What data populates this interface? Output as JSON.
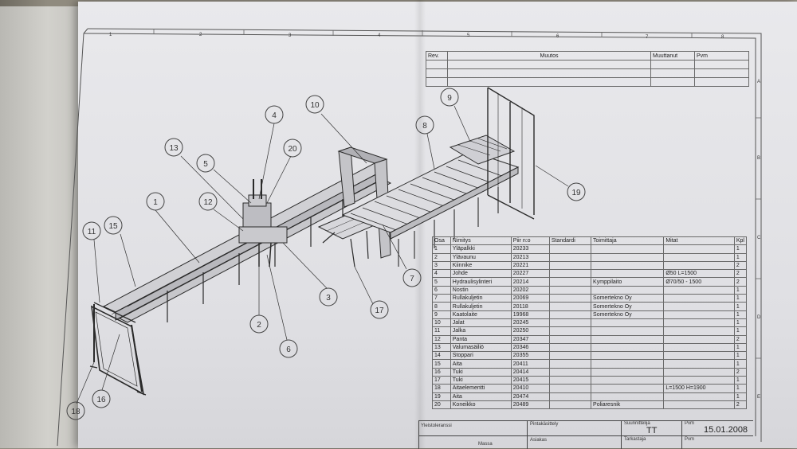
{
  "grid": {
    "top_numbers": [
      "1",
      "2",
      "3",
      "4",
      "5",
      "6",
      "7",
      "8"
    ],
    "right_letters": [
      "A",
      "B",
      "C",
      "D",
      "E"
    ]
  },
  "revision": {
    "headers": {
      "rev": "Rev.",
      "muutos": "Muutos",
      "muuttanut": "Muuttanut",
      "pvm": "Pvm"
    },
    "empty_rows": 3
  },
  "callouts": [
    "1",
    "2",
    "3",
    "4",
    "5",
    "6",
    "7",
    "8",
    "9",
    "10",
    "11",
    "12",
    "13",
    "15",
    "16",
    "17",
    "18",
    "19",
    "20"
  ],
  "parts_table": {
    "headers": [
      "Osa",
      "Nimitys",
      "Piir n:o",
      "Standardi",
      "Toimittaja",
      "Mitat",
      "Kpl"
    ],
    "rows": [
      [
        "1",
        "Yläpalkki",
        "20233",
        "",
        "",
        "",
        "1"
      ],
      [
        "2",
        "Ylävaunu",
        "20213",
        "",
        "",
        "",
        "1"
      ],
      [
        "3",
        "Kiinnike",
        "20221",
        "",
        "",
        "",
        "2"
      ],
      [
        "4",
        "Johde",
        "20227",
        "",
        "",
        "Ø50 L=1500",
        "2"
      ],
      [
        "5",
        "Hydraulisylinteri",
        "20214",
        "",
        "Kymppilaito",
        "Ø70/50 - 1500",
        "2"
      ],
      [
        "6",
        "Nostin",
        "20202",
        "",
        "",
        "",
        "1"
      ],
      [
        "7",
        "Rullakuljetin",
        "20069",
        "",
        "Somertekno Oy",
        "",
        "1"
      ],
      [
        "8",
        "Rullakuljetin",
        "20118",
        "",
        "Somertekno Oy",
        "",
        "1"
      ],
      [
        "9",
        "Kaatolaite",
        "19968",
        "",
        "Somertekno Oy",
        "",
        "1"
      ],
      [
        "10",
        "Jalat",
        "20245",
        "",
        "",
        "",
        "1"
      ],
      [
        "11",
        "Jalka",
        "20250",
        "",
        "",
        "",
        "1"
      ],
      [
        "12",
        "Panta",
        "20347",
        "",
        "",
        "",
        "2"
      ],
      [
        "13",
        "Valumasäiliö",
        "20346",
        "",
        "",
        "",
        "1"
      ],
      [
        "14",
        "Stoppari",
        "20355",
        "",
        "",
        "",
        "1"
      ],
      [
        "15",
        "Aita",
        "20411",
        "",
        "",
        "",
        "1"
      ],
      [
        "16",
        "Tuki",
        "20414",
        "",
        "",
        "",
        "2"
      ],
      [
        "17",
        "Tuki",
        "20415",
        "",
        "",
        "",
        "1"
      ],
      [
        "18",
        "Aitaelementti",
        "20410",
        "",
        "",
        "L=1500  H=1900",
        "1"
      ],
      [
        "19",
        "Aita",
        "20474",
        "",
        "",
        "",
        "1"
      ],
      [
        "20",
        "Koneikko",
        "20489",
        "",
        "Poliaresnik",
        "",
        "2"
      ]
    ]
  },
  "title_block": {
    "yleistoleranssi": "Yleistoleranssi",
    "pintakasittely": "Pintakäsittely",
    "massa": "Massa",
    "asiakas": "Asiakas",
    "suunnittelija_label": "Suunnittelija",
    "suunnittelija": "TT",
    "pvm_label": "Pvm",
    "pvm": "15.01.2008",
    "tarkastaja_label": "Tarkastaja",
    "pvm2_label": "Pvm"
  }
}
